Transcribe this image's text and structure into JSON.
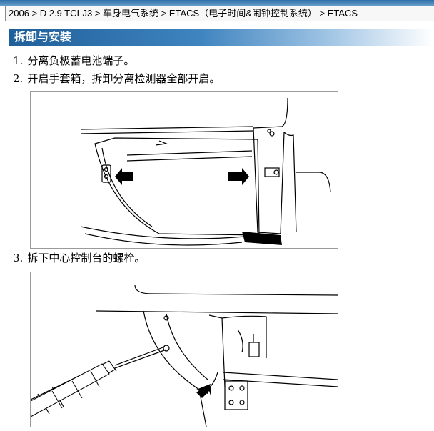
{
  "breadcrumb": "2006 > D 2.9 TCI-J3 > 车身电气系统 > ETACS（电子时间&闹钟控制系统） > ETACS",
  "section_title": "拆卸与安装",
  "steps": [
    {
      "num": "1.",
      "text": "分离负极蓄电池端子。"
    },
    {
      "num": "2.",
      "text": "开启手套箱，拆卸分离检测器全部开启。"
    },
    {
      "num": "3.",
      "text": "拆下中心控制台的螺栓。"
    }
  ],
  "figures": [
    {
      "name": "glovebox-removal-illustration",
      "icons": [
        "arrow-right-icon",
        "arrow-left-icon"
      ]
    },
    {
      "name": "center-console-bolt-illustration",
      "icons": [
        "screwdriver-icon",
        "arrow-up-right-icon"
      ]
    }
  ],
  "colors": {
    "title_bar": "#1f5f99",
    "top_band": "#2f6ea8",
    "line_art": "#000000"
  }
}
